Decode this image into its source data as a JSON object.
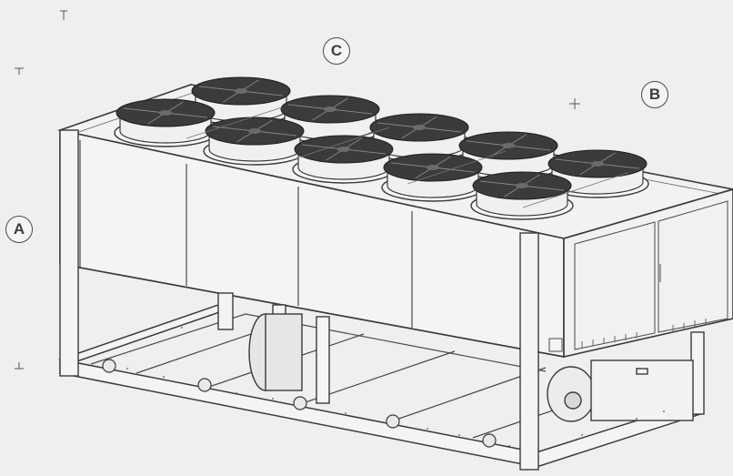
{
  "callouts": {
    "a": "A",
    "b": "B",
    "c": "C"
  },
  "colors": {
    "background": "#efefef",
    "frame_line": "#3a3a3a",
    "panel_fill": "#f3f3f3",
    "fan_dark": "#3b3b3b",
    "fan_ring": "#8a8a8a"
  },
  "fans": {
    "rows": 2,
    "columns": 5,
    "count": 10
  }
}
